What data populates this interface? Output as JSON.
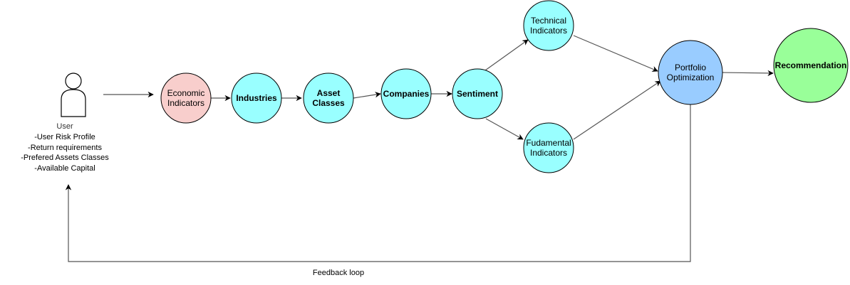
{
  "user": {
    "title": "User",
    "attributes": [
      "-User Risk Profile",
      "-Return requirements",
      "-Prefered Assets Classes",
      "-Available Capital"
    ]
  },
  "nodes": {
    "economic": {
      "line1": "Economic",
      "line2": "Indicators",
      "color": "#F8CECC"
    },
    "industries": {
      "line1": "Industries",
      "color": "#99FFFF"
    },
    "asset": {
      "line1": "Asset",
      "line2": "Classes",
      "color": "#99FFFF"
    },
    "companies": {
      "line1": "Companies",
      "color": "#99FFFF"
    },
    "sentiment": {
      "line1": "Sentiment",
      "color": "#99FFFF"
    },
    "technical": {
      "line1": "Technical",
      "line2": "Indicators",
      "color": "#99FFFF"
    },
    "fundamental": {
      "line1": "Fudamental",
      "line2": "Indicators",
      "color": "#99FFFF"
    },
    "portfolio": {
      "line1": "Portfolio",
      "line2": "Optimization",
      "color": "#99CCFF"
    },
    "recommendation": {
      "line1": "Recommendation",
      "color": "#99FF99"
    }
  },
  "feedback_label": "Feedback loop",
  "stroke_color": "#000000"
}
